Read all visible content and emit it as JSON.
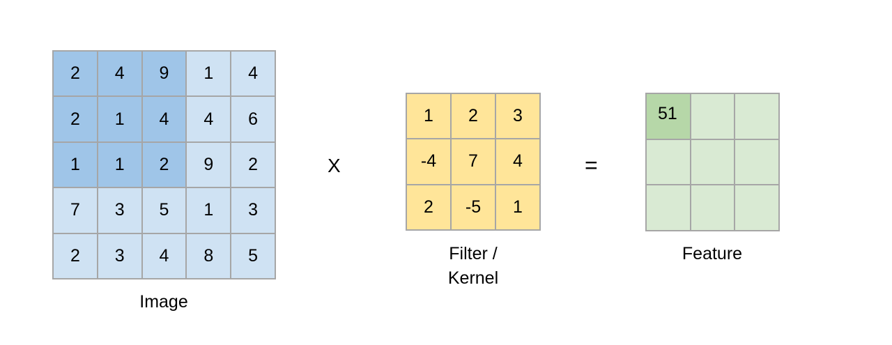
{
  "image": {
    "label": "Image",
    "values": [
      [
        2,
        4,
        9,
        1,
        4
      ],
      [
        2,
        1,
        4,
        4,
        6
      ],
      [
        1,
        1,
        2,
        9,
        2
      ],
      [
        7,
        3,
        5,
        1,
        3
      ],
      [
        2,
        3,
        4,
        8,
        5
      ]
    ],
    "highlight_rows": 3,
    "highlight_cols": 3
  },
  "operator_multiply": "X",
  "kernel": {
    "label_line1": "Filter /",
    "label_line2": "Kernel",
    "values": [
      [
        1,
        2,
        3
      ],
      [
        -4,
        7,
        4
      ],
      [
        2,
        -5,
        1
      ]
    ]
  },
  "operator_equals": "=",
  "feature": {
    "label": "Feature",
    "values": [
      [
        "51",
        "",
        ""
      ],
      [
        "",
        "",
        ""
      ],
      [
        "",
        "",
        ""
      ]
    ]
  },
  "colors": {
    "image_highlight": "#9fc5e8",
    "image_base": "#cfe2f3",
    "kernel": "#ffe599",
    "feature_highlight": "#b6d7a8",
    "feature_base": "#d9ead3"
  }
}
